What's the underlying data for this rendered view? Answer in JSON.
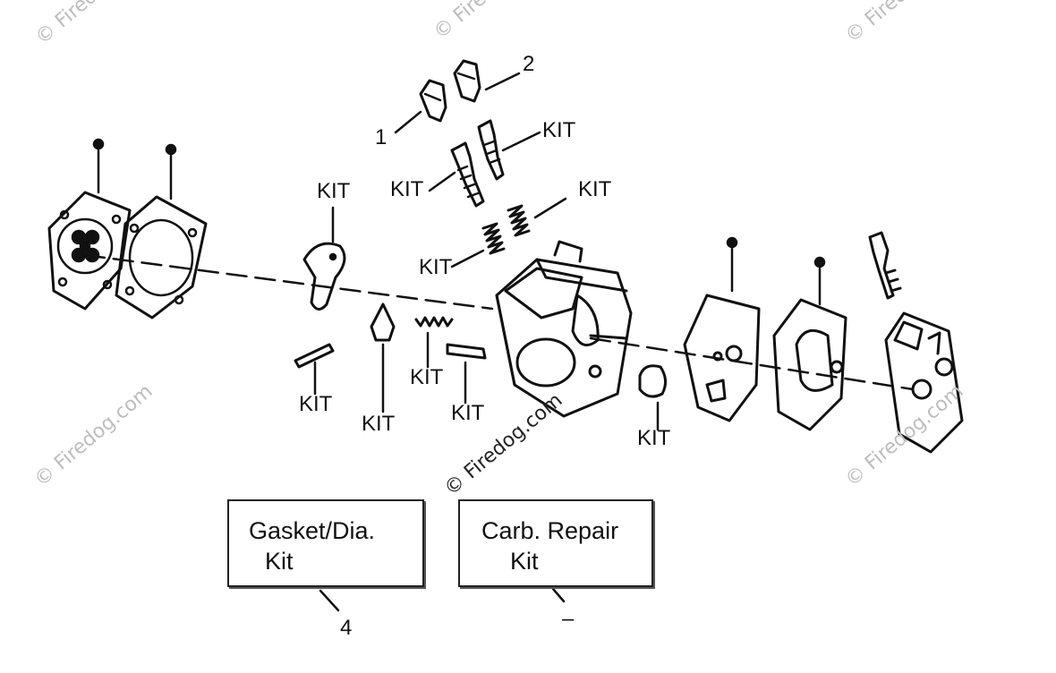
{
  "watermark": "© Firedog.com",
  "labels": {
    "part1": "1",
    "part2": "2",
    "part4": "4",
    "dash": "–",
    "kit": "KIT"
  },
  "kit_boxes": [
    {
      "line1": "Gasket/Dia.",
      "line2": "Kit"
    },
    {
      "line1": "Carb. Repair",
      "line2": "Kit"
    }
  ]
}
